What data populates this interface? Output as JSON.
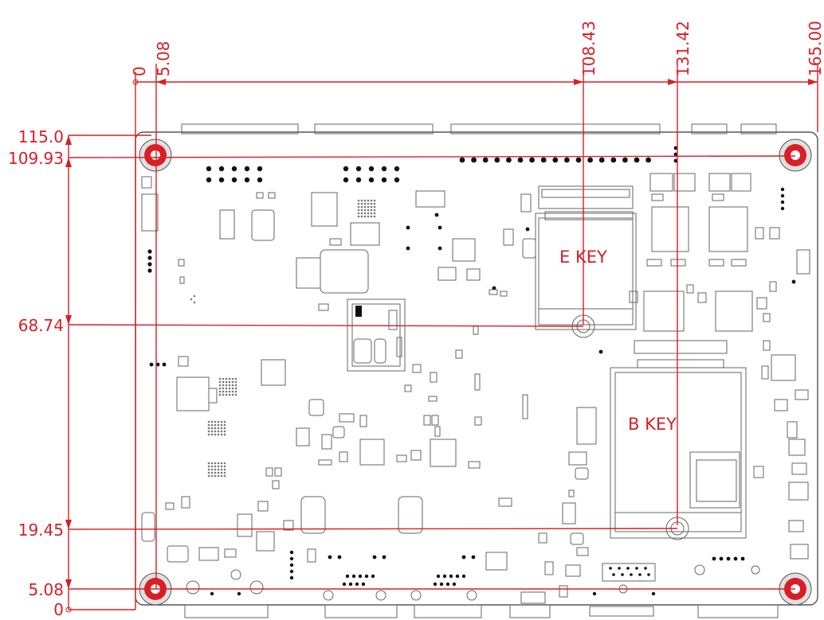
{
  "drawing": {
    "x_dimensions": [
      {
        "id": "x0",
        "label": "0"
      },
      {
        "id": "x508",
        "label": "5.08"
      },
      {
        "id": "x10843",
        "label": "108.43"
      },
      {
        "id": "x13142",
        "label": "131.42"
      },
      {
        "id": "x16500",
        "label": "165.00"
      }
    ],
    "y_dimensions": [
      {
        "id": "y115",
        "label": "115.0"
      },
      {
        "id": "y10993",
        "label": "109.93"
      },
      {
        "id": "y6874",
        "label": "68.74"
      },
      {
        "id": "y1945",
        "label": "19.45"
      },
      {
        "id": "y508",
        "label": "5.08"
      },
      {
        "id": "y0",
        "label": "0"
      }
    ],
    "slot_labels": {
      "e_key": "E KEY",
      "b_key": "B KEY"
    },
    "colors": {
      "dimension": "#d81f26",
      "mounting_hole": "#d81f26",
      "outline": "#555555"
    }
  }
}
